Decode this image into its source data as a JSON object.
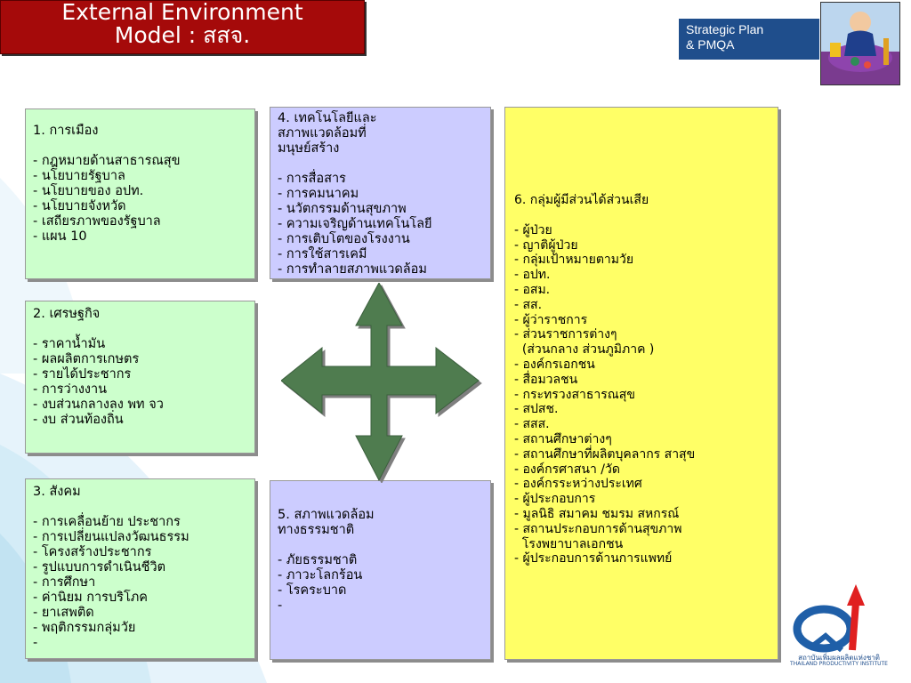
{
  "header": {
    "title_line1": "External Environment",
    "title_line2": "Model : สสจ.",
    "title_bg": "#a50a0a"
  },
  "brand": {
    "line1": "Strategic Plan",
    "line2": "& PMQA",
    "bg": "#1f4e8c"
  },
  "boxes": {
    "politics": {
      "title": "1. การเมือง",
      "items": [
        "- กฎหมายด้านสาธารณสุข",
        "- นโยบายรัฐบาล",
        "- นโยบายของ อปท.",
        "- นโยบายจังหวัด",
        "- เสถียรภาพของรัฐบาล",
        "- แผน 10"
      ]
    },
    "economy": {
      "title": "2. เศรษฐกิจ",
      "items": [
        "- ราคาน้ำมัน",
        "- ผลผลิตการเกษตร",
        "- รายได้ประชากร",
        "- การว่างงาน",
        "- งบส่วนกลางลง พท จว",
        "- งบ ส่วนท้องถิ่น"
      ]
    },
    "society": {
      "title": "3. สังคม",
      "items": [
        "- การเคลื่อนย้าย ประชากร",
        "- การเปลี่ยนแปลงวัฒนธรรม",
        "- โครงสร้างประชากร",
        "- รูปแบบการดำเนินชีวิต",
        "- การศึกษา",
        "- ค่านิยม การบริโภค",
        "- ยาเสพติด",
        "- พฤติกรรมกลุ่มวัย",
        "-"
      ]
    },
    "technology": {
      "title_lines": [
        "4. เทคโนโลยีและ",
        "สภาพแวดล้อมที่",
        "มนุษย์สร้าง"
      ],
      "items": [
        "- การสื่อสาร",
        "- การคมนาคม",
        "- นวัตกรรมด้านสุขภาพ",
        "- ความเจริญด้านเทคโนโลยี",
        "- การเติบโตของโรงงาน",
        "- การใช้สารเคมี",
        "- การทำลายสภาพแวดล้อม"
      ]
    },
    "nature": {
      "title_lines": [
        "5. สภาพแวดล้อม",
        "ทางธรรมชาติ"
      ],
      "items": [
        "- ภัยธรรมชาติ",
        "- ภาวะโลกร้อน",
        "- โรคระบาด",
        "-"
      ]
    },
    "stakeholders": {
      "title": "6. กลุ่มผู้มีส่วนได้ส่วนเสีย",
      "items": [
        "- ผู้ป่วย",
        "- ญาติผู้ป่วย",
        "- กลุ่มเป้าหมายตามวัย",
        "- อปท.",
        "- อสม.",
        "- สส.",
        "- ผู้ว่าราชการ",
        "- ส่วนราชการต่างๆ",
        "  (ส่วนกลาง ส่วนภูมิภาค )",
        "- องค์กรเอกชน",
        "- สื่อมวลชน",
        "- กระทรวงสาธารณสุข",
        "- สปสช.",
        "- สสส.",
        "- สถานศึกษาต่างๆ",
        "- สถานศึกษาที่ผลิตบุคลากร สาสุข",
        "- องค์กรศาสนา /วัด",
        "- องค์กรระหว่างประเทศ",
        "- ผู้ประกอบการ",
        "- มูลนิธิ สมาคม ชมรม สหกรณ์",
        "- สถานประกอบการด้านสุขภาพ",
        "  โรงพยาบาลเอกชน",
        "- ผู้ประกอบการด้านการแพทย์"
      ]
    }
  },
  "logo": {
    "text_th": "สถาบันเพิ่มผลผลิตแห่งชาติ",
    "text_en": "THAILAND PRODUCTIVITY INSTITUTE"
  },
  "colors": {
    "green_box": "#ccffcc",
    "purple_box": "#ccccff",
    "yellow_box": "#ffff66",
    "arrow": "#4a7a4a"
  }
}
